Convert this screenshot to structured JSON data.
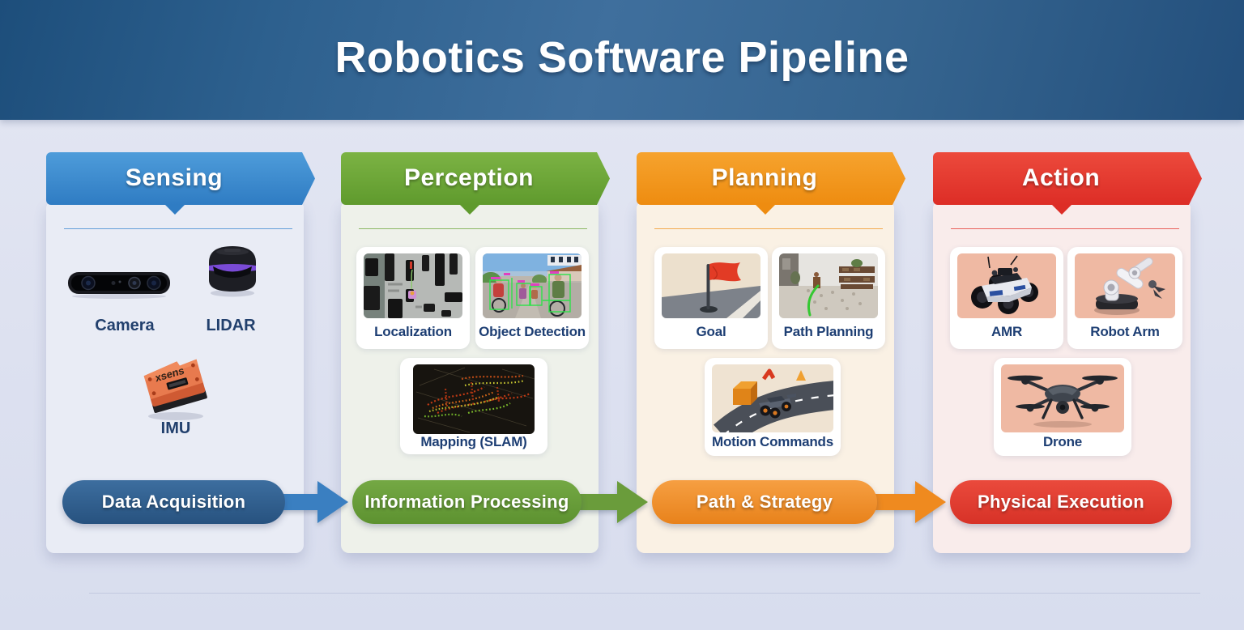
{
  "title": "Robotics Software Pipeline",
  "colors": {
    "page_bg": "#dde1f0",
    "title_bg": "#2d608e",
    "caption_text": "#1d3e73",
    "sensing_accent": "#3787cf",
    "perception_accent": "#6aa437",
    "planning_accent": "#f0921e",
    "action_accent": "#e3322b"
  },
  "columns": [
    {
      "label": "Sensing",
      "accent": "#3787cf",
      "panel_bg": "#e9ecf5",
      "banner": {
        "label": "Data Acquisition",
        "color": "#2d5c8e"
      },
      "arrow_color": "#3a7fc1",
      "items": [
        {
          "label": "Camera",
          "icon": "stereo-camera-icon"
        },
        {
          "label": "LIDAR",
          "icon": "lidar-puck-icon"
        },
        {
          "label": "IMU",
          "icon": "imu-sensor-icon",
          "brand_text": "xsens"
        }
      ]
    },
    {
      "label": "Perception",
      "accent": "#6aa437",
      "panel_bg": "#eef1ea",
      "banner": {
        "label": "Information Processing",
        "color": "#659c38"
      },
      "arrow_color": "#6a9c3b",
      "items": [
        {
          "label": "Localization",
          "icon": "occupancy-grid-map-icon"
        },
        {
          "label": "Object Detection",
          "icon": "detection-bounding-boxes-icon"
        },
        {
          "label": "Mapping (SLAM)",
          "icon": "lidar-point-cloud-icon"
        }
      ]
    },
    {
      "label": "Planning",
      "accent": "#f0921e",
      "panel_bg": "#faf1e4",
      "banner": {
        "label": "Path & Strategy",
        "color": "#ee8f2a"
      },
      "arrow_color": "#ef8a1f",
      "items": [
        {
          "label": "Goal",
          "icon": "red-flag-icon"
        },
        {
          "label": "Path Planning",
          "icon": "path-point-cloud-icon"
        },
        {
          "label": "Motion Commands",
          "icon": "car-on-road-icon"
        }
      ]
    },
    {
      "label": "Action",
      "accent": "#e3322b",
      "panel_bg": "#f9eceb",
      "banner": {
        "label": "Physical Execution",
        "color": "#e03c30"
      },
      "items": [
        {
          "label": "AMR",
          "icon": "rover-robot-icon"
        },
        {
          "label": "Robot Arm",
          "icon": "robot-arm-icon"
        },
        {
          "label": "Drone",
          "icon": "drone-icon"
        }
      ]
    }
  ]
}
